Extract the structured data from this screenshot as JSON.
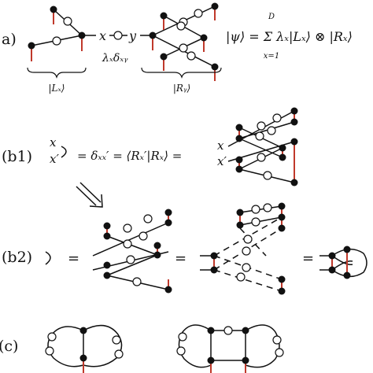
{
  "panels": {
    "a": {
      "label": "a)",
      "left_brace_label": "|Lₓ⟩",
      "right_brace_label": "|Rᵧ⟩",
      "bond_left": "x",
      "bond_right": "y",
      "bond_weight": "λₓδₓᵧ",
      "equation": "|ψ⟩ = Σ λₓ|Lₓ⟩ ⊗ |Rₓ⟩",
      "sum_upper": "D",
      "sum_lower": "x=1"
    },
    "b1": {
      "label": "(b1)",
      "x_top": "x",
      "x_bottom": "x′",
      "equation": "= δₓₓ′ = ⟨Rₓ′|Rₓ⟩ =",
      "diagram_x": "x",
      "diagram_xp": "x′"
    },
    "b2": {
      "label": "(b2)",
      "eq1": "=",
      "eq2": "=",
      "eq3": "="
    },
    "c": {
      "label": "(c)"
    }
  }
}
